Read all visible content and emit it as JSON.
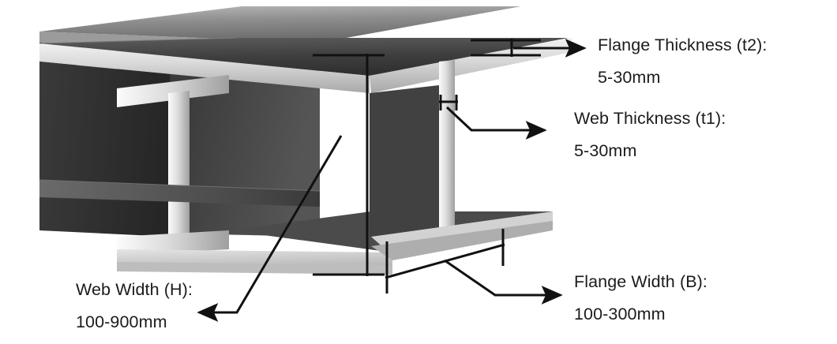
{
  "diagram": {
    "subject": "h-beam-cross-section",
    "background_color": "#ffffff",
    "line_color": "#111111",
    "text_color": "#1b1b1b"
  },
  "annotations": [
    {
      "id": "flange-thickness",
      "title": "Flange Thickness (t2):",
      "value": "5-30mm",
      "symbol": "t2",
      "min_mm": 5,
      "max_mm": 30
    },
    {
      "id": "web-thickness",
      "title": "Web Thickness (t1):",
      "value": "5-30mm",
      "symbol": "t1",
      "min_mm": 5,
      "max_mm": 30
    },
    {
      "id": "flange-width",
      "title": "Flange Width (B):",
      "value": "100-300mm",
      "symbol": "B",
      "min_mm": 100,
      "max_mm": 300
    },
    {
      "id": "web-width",
      "title": "Web Width (H):",
      "value": "100-900mm",
      "symbol": "H",
      "min_mm": 100,
      "max_mm": 900
    }
  ],
  "beam": {
    "material_colors": {
      "top_face_light": "#b4b4b4",
      "top_face_dark": "#6f6f6f",
      "web_face_dark": "#2f2f2f",
      "web_face_mid": "#3c3c3c",
      "edge_silver": "#e2e2e2",
      "edge_silver_shadow": "#9a9a9a",
      "flange_under": "#cfcfcf"
    }
  }
}
